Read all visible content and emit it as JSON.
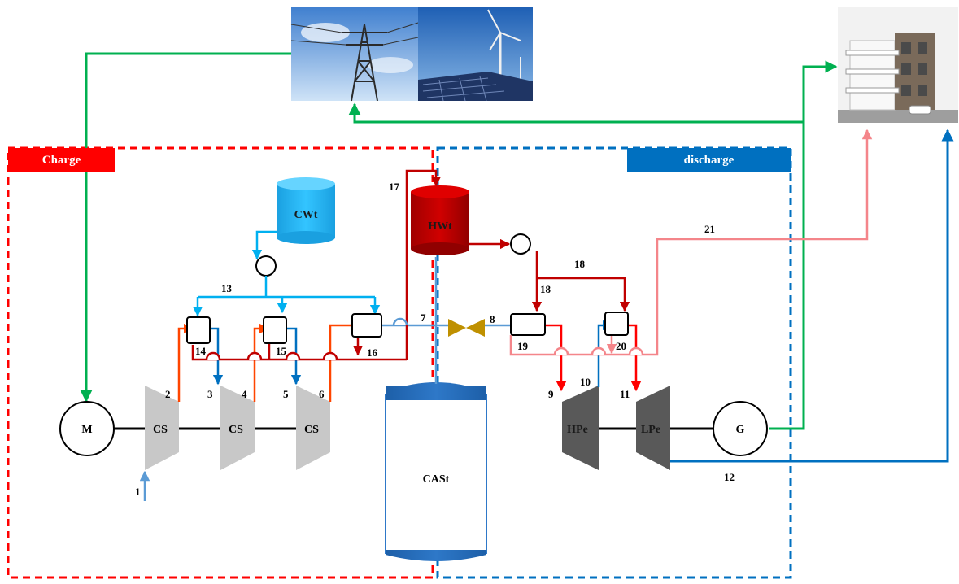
{
  "sections": {
    "charge_label": "Charge",
    "discharge_label": "discharge"
  },
  "components": {
    "motor": "M",
    "compressor_1": "CS",
    "compressor_2": "CS",
    "compressor_3": "CS",
    "cold_water_tank": "CWt",
    "hot_water_tank": "HWt",
    "air_storage": "CASt",
    "hp_expander": "HPe",
    "lp_expander": "LPe",
    "generator": "G"
  },
  "streams": {
    "s1": "1",
    "s2": "2",
    "s3": "3",
    "s4": "4",
    "s5": "5",
    "s6": "6",
    "s7": "7",
    "s8": "8",
    "s9": "9",
    "s10": "10",
    "s11": "11",
    "s12": "12",
    "s13": "13",
    "s14": "14",
    "s15": "15",
    "s16": "16",
    "s17": "17",
    "s18a": "18",
    "s18b": "18",
    "s19": "19",
    "s20": "20",
    "s21": "21"
  },
  "colors": {
    "charge_red": "#ff0000",
    "discharge_blue": "#0070c0",
    "grid_green": "#00b050",
    "hot_water": "#c00000",
    "cold_water": "#00b0f0",
    "air_cold": "#5b9bd5",
    "air_hot": "#ff4500",
    "warm_water": "#f4858a",
    "compressor_gray": "#c8c8c8",
    "expander_gray": "#595959",
    "gold_valve": "#bf9000"
  },
  "icons": [
    "power-grid-image",
    "wind-solar-image",
    "building-image"
  ]
}
